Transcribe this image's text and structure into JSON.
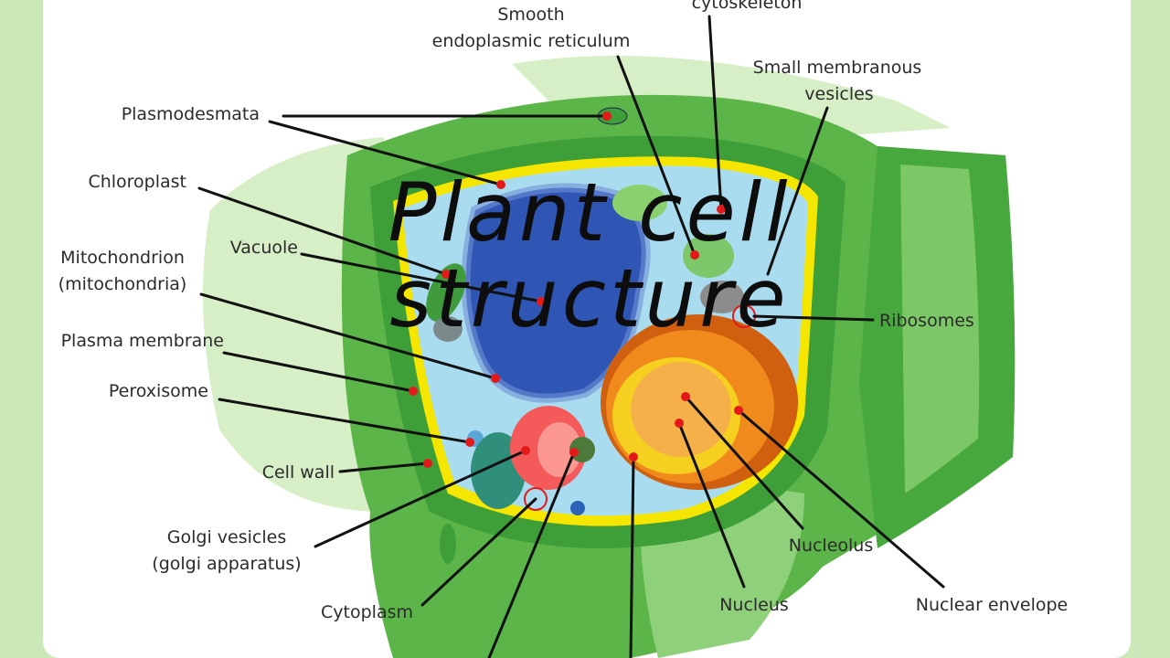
{
  "slide": {
    "title_line1": "Plant  cell",
    "title_line2": "structure"
  },
  "labels": {
    "cytoskeleton": "cytoskeleton",
    "smooth_er_1": "Smooth",
    "smooth_er_2": "endoplasmic reticulum",
    "small_vesicles_1": "Small membranous",
    "small_vesicles_2": "vesicles",
    "plasmodesmata": "Plasmodesmata",
    "chloroplast": "Chloroplast",
    "vacuole": "Vacuole",
    "mitochondrion_1": "Mitochondrion",
    "mitochondrion_2": "(mitochondria)",
    "plasma_membrane": "Plasma membrane",
    "peroxisome": "Peroxisome",
    "cell_wall": "Cell wall",
    "golgi_1": "Golgi vesicles",
    "golgi_2": "(golgi apparatus)",
    "cytoplasm": "Cytoplasm",
    "ribosomes": "Ribosomes",
    "nucleolus": "Nucleolus",
    "nucleus": "Nucleus",
    "nuclear_envelope": "Nuclear envelope"
  },
  "colors": {
    "background": "#cde8b8",
    "card": "#ffffff",
    "cell_wall_outer": "#5cb548",
    "cell_wall_dark": "#3e9e37",
    "membrane": "#f4e600",
    "cytoplasm": "#a9dcee",
    "vacuole": "#2f56b4",
    "nucleus": "#f08a1c",
    "nucleolus": "#f6b04a",
    "pointer_dot": "#e41a1a"
  }
}
